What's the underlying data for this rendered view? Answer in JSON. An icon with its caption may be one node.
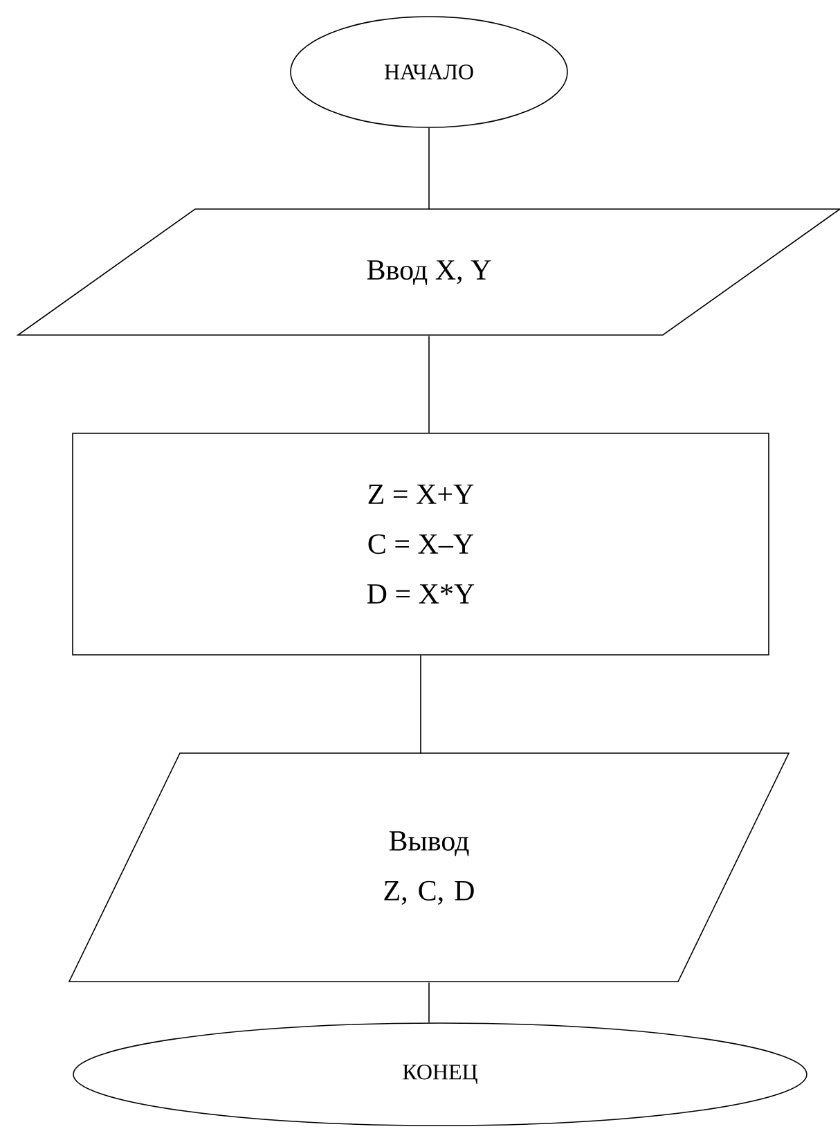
{
  "diagram": {
    "nodes": [
      {
        "text": [
          "НАЧАЛО"
        ]
      },
      {
        "text": [
          "Ввод X, Y"
        ]
      },
      {
        "text": [
          "Z = X+Y",
          "C = X–Y",
          "D = X*Y"
        ]
      },
      {
        "text": [
          "Вывод Z, C, D"
        ]
      },
      {
        "text": [
          "КОНЕЦ"
        ]
      }
    ],
    "edges": [
      {
        "from": 0,
        "to": 1,
        "arrow": "none"
      },
      {
        "from": 1,
        "to": 2,
        "arrow": "none"
      },
      {
        "from": 2,
        "to": 3,
        "arrow": "none"
      },
      {
        "from": 3,
        "to": 4,
        "arrow": "none"
      }
    ]
  }
}
